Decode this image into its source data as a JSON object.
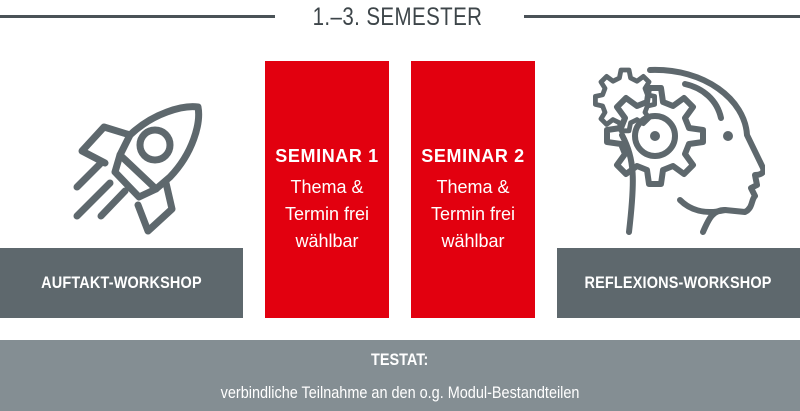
{
  "header": {
    "title": "1.–3. SEMESTER"
  },
  "icons": {
    "left": "rocket-icon",
    "right": "head-gears-icon"
  },
  "left_block": {
    "label": "AUFTAKT-WORKSHOP"
  },
  "seminars": [
    {
      "title": "SEMINAR 1",
      "lines": [
        "Thema &",
        "Termin frei",
        "wählbar"
      ]
    },
    {
      "title": "SEMINAR 2",
      "lines": [
        "Thema &",
        "Termin frei",
        "wählbar"
      ]
    }
  ],
  "right_block": {
    "label": "REFLEXIONS-WORKSHOP"
  },
  "footer": {
    "title": "TESTAT:",
    "description": "verbindliche Teilnahme an den o.g. Modul-Bestandteilen"
  },
  "colors": {
    "red": "#e2000f",
    "dark_gray": "#5e686d",
    "light_gray": "#848e93",
    "line": "#4a5257"
  }
}
